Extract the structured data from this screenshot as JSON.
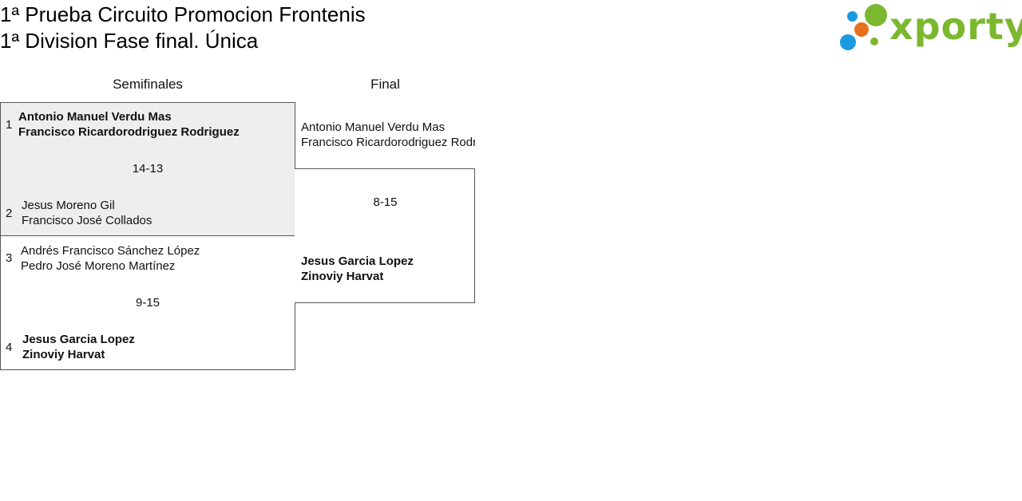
{
  "header": {
    "title_line1": "1ª Prueba Circuito Promocion Frontenis",
    "title_line2": "1ª Division Fase final. Única",
    "logo_text": "xporty"
  },
  "colors": {
    "logo_green": "#7cb82f",
    "logo_blue": "#1a9be0",
    "logo_orange": "#e8701a",
    "winner_box_bg": "#eeeeee"
  },
  "rounds": {
    "semifinals_label": "Semifinales",
    "final_label": "Final"
  },
  "semifinals": [
    {
      "top": {
        "seed": "1",
        "players": [
          "Antonio Manuel Verdu Mas",
          "Francisco Ricardorodriguez Rodriguez"
        ],
        "winner": true
      },
      "score": "14-13",
      "bottom": {
        "seed": "2",
        "players": [
          "Jesus Moreno Gil",
          "Francisco José Collados"
        ],
        "winner": false
      }
    },
    {
      "top": {
        "seed": "3",
        "players": [
          "Andrés Francisco Sánchez López",
          "Pedro José Moreno Martínez"
        ],
        "winner": false
      },
      "score": "9-15",
      "bottom": {
        "seed": "4",
        "players": [
          "Jesus Garcia Lopez",
          "Zinoviy Harvat"
        ],
        "winner": true
      }
    }
  ],
  "final": {
    "top": {
      "players": [
        "Antonio Manuel Verdu Mas",
        "Francisco Ricardorodriguez Rodriguez"
      ],
      "winner": false
    },
    "score": "8-15",
    "bottom": {
      "players": [
        "Jesus Garcia Lopez",
        "Zinoviy Harvat"
      ],
      "winner": true
    }
  }
}
